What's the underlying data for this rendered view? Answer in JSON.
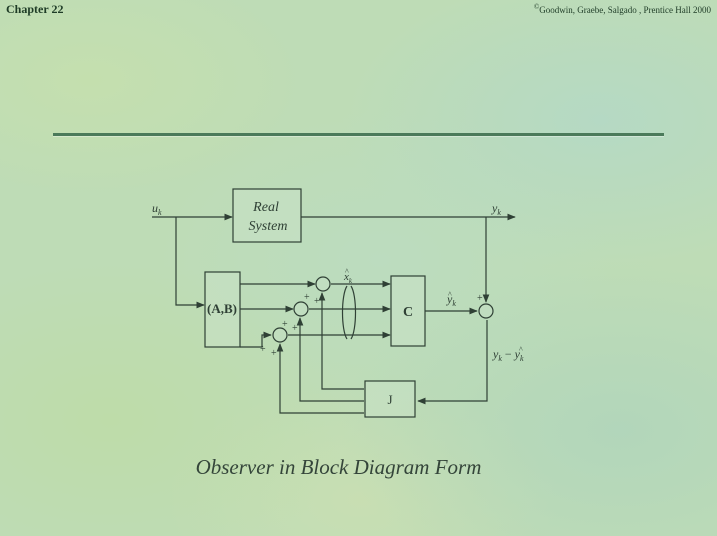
{
  "header": {
    "chapter": "Chapter 22",
    "copyright_symbol": "©",
    "copyright_text": "Goodwin, Graebe, Salgado , Prentice Hall 2000"
  },
  "diagram": {
    "blocks": {
      "real_system_line1": "Real",
      "real_system_line2": "System",
      "ab": "(A,B)",
      "c": "C",
      "j": "J"
    },
    "signals": {
      "u_base": "u",
      "u_sub": "k",
      "y_base": "y",
      "y_sub": "k",
      "xhat_base": "x",
      "xhat_accent": "^",
      "xhat_sub": "k",
      "yhat_base": "y",
      "yhat_accent": "^",
      "yhat_sub": "k",
      "err_y": "y",
      "err_sub1": "k",
      "err_minus": " − ",
      "err_yhat": "y",
      "err_accent": "^",
      "err_sub2": "k"
    },
    "signs": {
      "s1a": "+",
      "s1b": "+",
      "s2a": "+",
      "s2b": "+",
      "s3a": "+",
      "s3b": "+",
      "s4a": "+",
      "s4b": "-"
    }
  },
  "caption": "Observer in Block Diagram Form",
  "colors": {
    "ink": "#2f4035",
    "block_fill": "#c9e2c7",
    "title_ink": "#1e3b26"
  }
}
